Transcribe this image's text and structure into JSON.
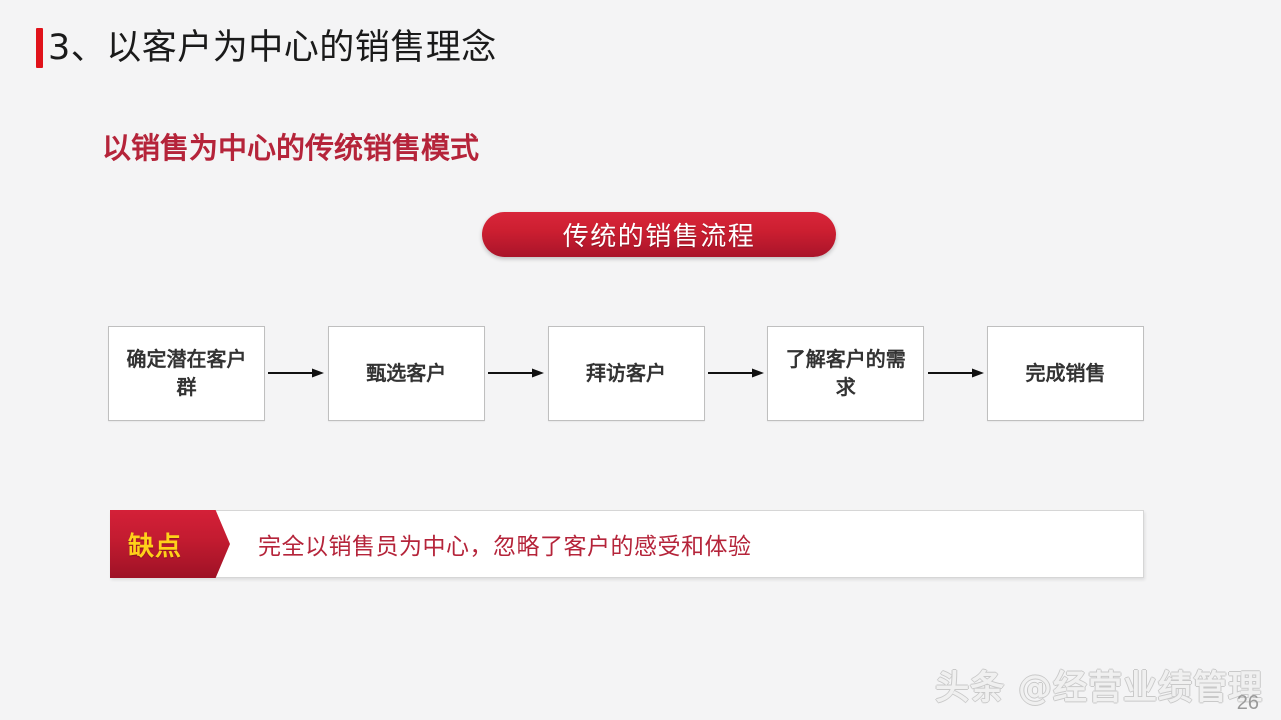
{
  "slide": {
    "background_color": "#f4f4f5",
    "accent_red": "#c21b30",
    "title_bar_color": "#e0121a",
    "page_number": "26"
  },
  "title": {
    "text": "3、以客户为中心的销售理念"
  },
  "subtitle": {
    "text": "以销售为中心的传统销售模式",
    "color": "#b5243a"
  },
  "banner": {
    "label": "传统的销售流程",
    "fill_top": "#d8263a",
    "fill_bottom": "#a9142a",
    "text_color": "#ffffff"
  },
  "flow": {
    "steps": [
      {
        "label": "确定潜在客户群"
      },
      {
        "label": "甄选客户"
      },
      {
        "label": "拜访客户"
      },
      {
        "label": "了解客户的需求"
      },
      {
        "label": "完成销售"
      }
    ],
    "arrow_count": 4,
    "box_text_color": "#333333",
    "box_border_color": "#bfbfbf"
  },
  "drawback": {
    "tag_label": "缺点",
    "tag_text_color": "#ffd11a",
    "tag_fill": "#c21b30",
    "text": "完全以销售员为中心，忽略了客户的感受和体验",
    "text_color": "#b5243a"
  },
  "watermark": {
    "text": "头条 @经营业绩管理"
  }
}
